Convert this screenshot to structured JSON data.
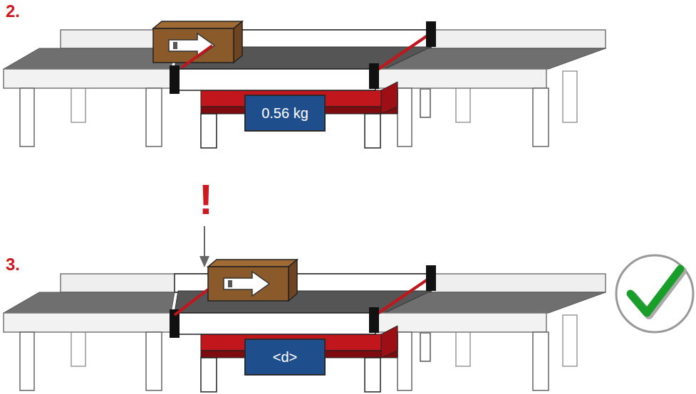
{
  "diagram": {
    "nodes": [
      {
        "text": [
          "0.56 kg"
        ]
      },
      {
        "text": [
          "<d>"
        ]
      }
    ],
    "labels": [
      "2.",
      "!",
      "3."
    ]
  }
}
